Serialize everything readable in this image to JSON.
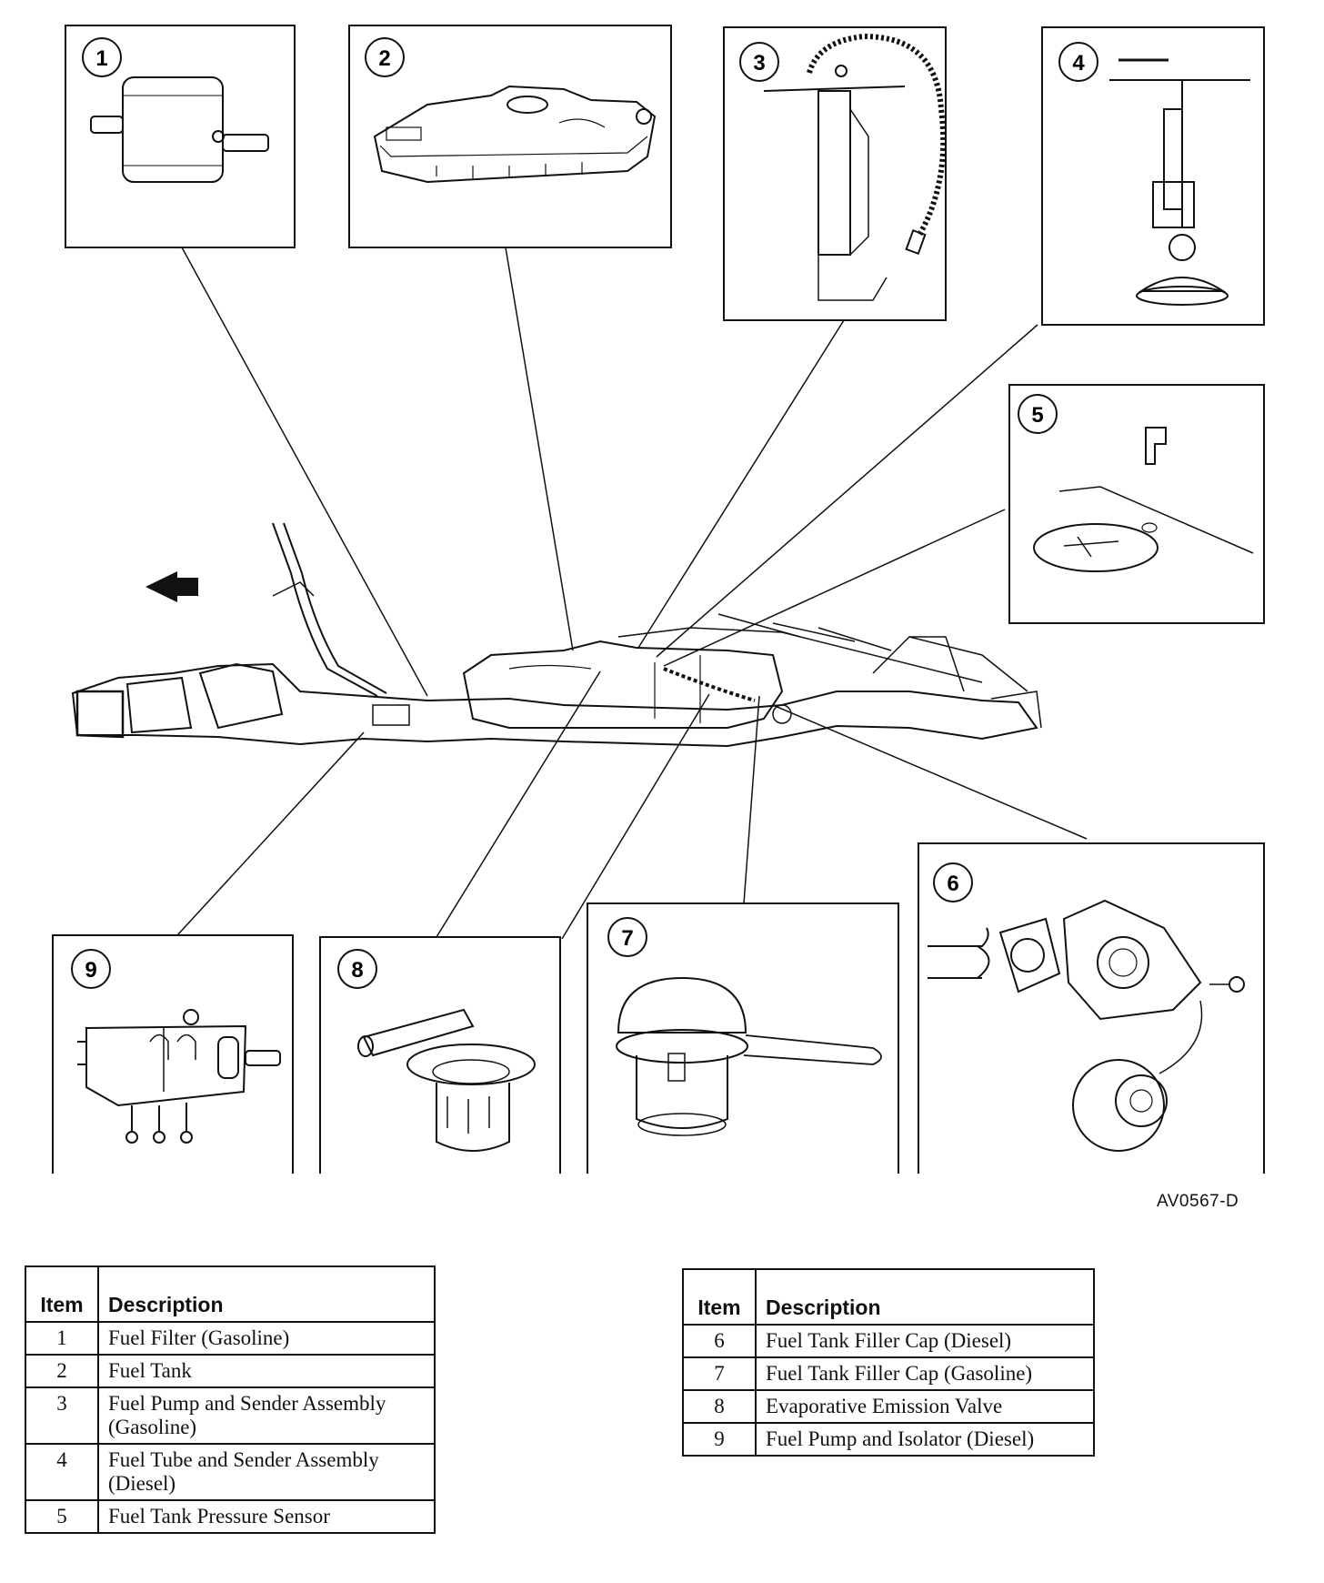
{
  "figure_code": "AV0567-D",
  "callouts": [
    "1",
    "2",
    "3",
    "4",
    "5",
    "6",
    "7",
    "8",
    "9"
  ],
  "legend": {
    "item_header": "Item",
    "description_header": "Description",
    "left_rows": [
      {
        "item": "1",
        "description": "Fuel Filter (Gasoline)"
      },
      {
        "item": "2",
        "description": "Fuel Tank"
      },
      {
        "item": "3",
        "description": "Fuel Pump and Sender Assembly (Gasoline)"
      },
      {
        "item": "4",
        "description": "Fuel Tube and Sender Assembly (Diesel)"
      },
      {
        "item": "5",
        "description": "Fuel Tank Pressure Sensor"
      }
    ],
    "right_rows": [
      {
        "item": "6",
        "description": "Fuel Tank Filler Cap (Diesel)"
      },
      {
        "item": "7",
        "description": "Fuel Tank Filler Cap (Gasoline)"
      },
      {
        "item": "8",
        "description": "Evaporative Emission Valve"
      },
      {
        "item": "9",
        "description": "Fuel Pump and Isolator (Diesel)"
      }
    ]
  }
}
